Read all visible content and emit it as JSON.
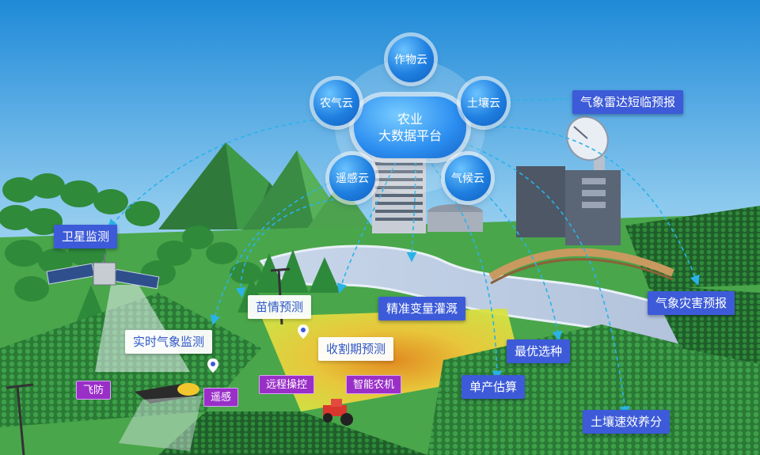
{
  "hub": {
    "line1": "农业",
    "line2": "大数据平台"
  },
  "clouds": {
    "crop": "作物云",
    "agrimet": "农气云",
    "soil": "土壤云",
    "remote": "遥感云",
    "climate": "气候云"
  },
  "labels": {
    "satellite": "卫星监测",
    "weather_radar": "气象雷达短临预报",
    "seedling": "苗情预测",
    "realtime_weather": "实时气象监测",
    "harvest": "收割期预测",
    "irrigation": "精准变量灌溉",
    "disaster": "气象灾害预报",
    "seed_selection": "最优选种",
    "yield": "单产估算",
    "fertilizer": "土壤速效养分"
  },
  "tags": {
    "drone": "飞防",
    "sensing": "遥感",
    "remote_control": "远程操控",
    "smart_machine": "智能农机"
  },
  "colors": {
    "sky_top": "#1e88d6",
    "sky_bottom": "#d9eef9",
    "label_blue": "#3d5bd8",
    "label_purple": "#9a2fc8",
    "arrow": "#2ab3e8",
    "field_green": "#2e8b3c"
  }
}
